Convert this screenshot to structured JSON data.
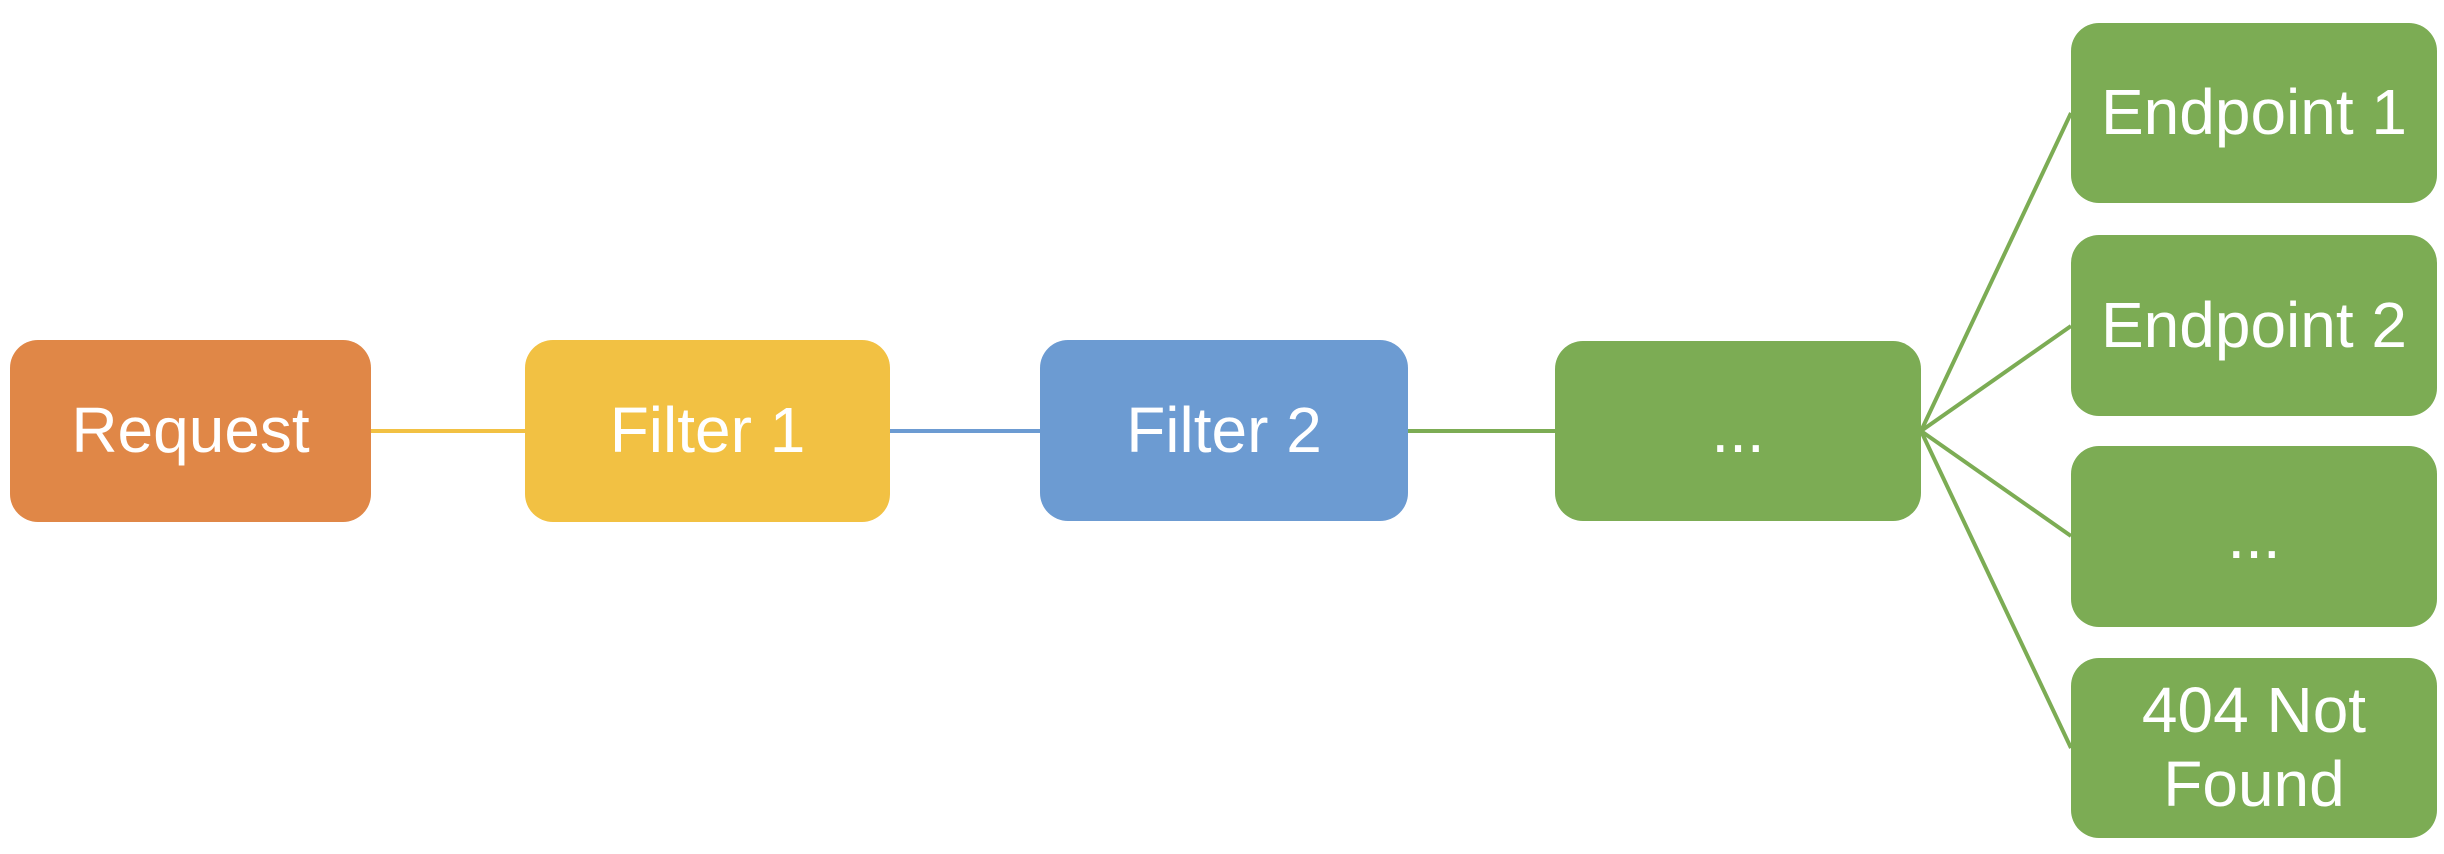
{
  "colors": {
    "orange": "#E08747",
    "yellow": "#F2C143",
    "blue": "#6C9BD2",
    "green": "#7CAC54",
    "label_text": "#FFFFFF",
    "background": "#FFFFFF"
  },
  "nodes": {
    "request": {
      "label": "Request",
      "color": "#E08747"
    },
    "filter1": {
      "label": "Filter 1",
      "color": "#F2C143"
    },
    "filter2": {
      "label": "Filter 2",
      "color": "#6C9BD2"
    },
    "more": {
      "label": "...",
      "color": "#7CAC54"
    },
    "endpoint1": {
      "label": "Endpoint 1",
      "color": "#7CAC54"
    },
    "endpoint2": {
      "label": "Endpoint 2",
      "color": "#7CAC54"
    },
    "endpoints_more": {
      "label": "...",
      "color": "#7CAC54"
    },
    "not_found": {
      "label": "404 Not Found",
      "color": "#7CAC54"
    }
  },
  "connectors": {
    "request_to_filter1": {
      "color": "#F2C143"
    },
    "filter1_to_filter2": {
      "color": "#6C9BD2"
    },
    "filter2_to_more": {
      "color": "#7CAC54"
    },
    "fan": {
      "color": "#7CAC54"
    }
  }
}
